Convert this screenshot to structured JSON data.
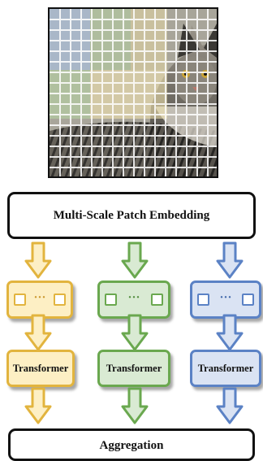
{
  "image": {
    "subject": "cat photo with patch grid overlay"
  },
  "embedding": {
    "label": "Multi-Scale Patch Embedding"
  },
  "aggregation": {
    "label": "Aggregation"
  },
  "branches": [
    {
      "color": "#e2b43e",
      "fill": "#fdefc4",
      "tokens_ellipsis": "···",
      "transformer_label": "Transformer"
    },
    {
      "color": "#6aa84f",
      "fill": "#d9ead3",
      "tokens_ellipsis": "···",
      "transformer_label": "Transformer"
    },
    {
      "color": "#5b82c5",
      "fill": "#dae3f3",
      "tokens_ellipsis": "···",
      "transformer_label": "Transformer"
    }
  ]
}
